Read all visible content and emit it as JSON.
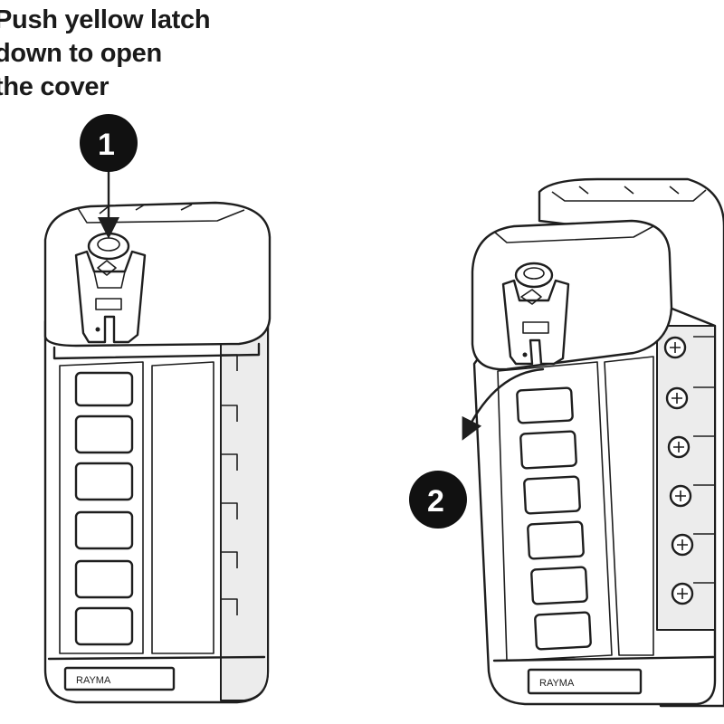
{
  "instruction": {
    "line1": "Push yellow latch",
    "line2": "down to open",
    "line3": "the cover"
  },
  "steps": [
    {
      "number": "1"
    },
    {
      "number": "2"
    }
  ],
  "device_label": "RAYMA"
}
